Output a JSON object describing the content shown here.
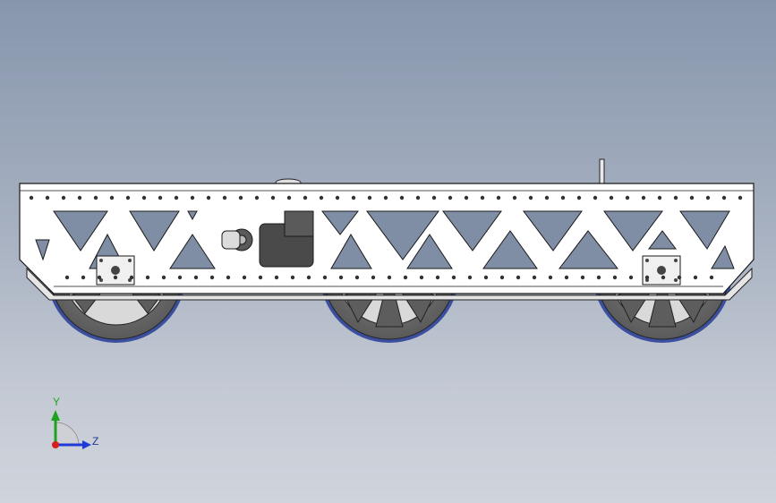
{
  "viewport": {
    "background_top": "#8796ad",
    "background_bottom": "#d0d4dc"
  },
  "model": {
    "frame_color": "#ffffff",
    "outline_color": "#1a1a1a",
    "wheel_color": "#6e6e6e",
    "wheel_rim_color": "#2a3f9a",
    "hub_color": "#555555",
    "wheel_count": 3,
    "motor_mount_count": 2
  },
  "triad": {
    "y_label": "Y",
    "z_label": "Z",
    "y_color": "#1fa31f",
    "z_color": "#1f3ad6",
    "x_color": "#d61f1f"
  }
}
